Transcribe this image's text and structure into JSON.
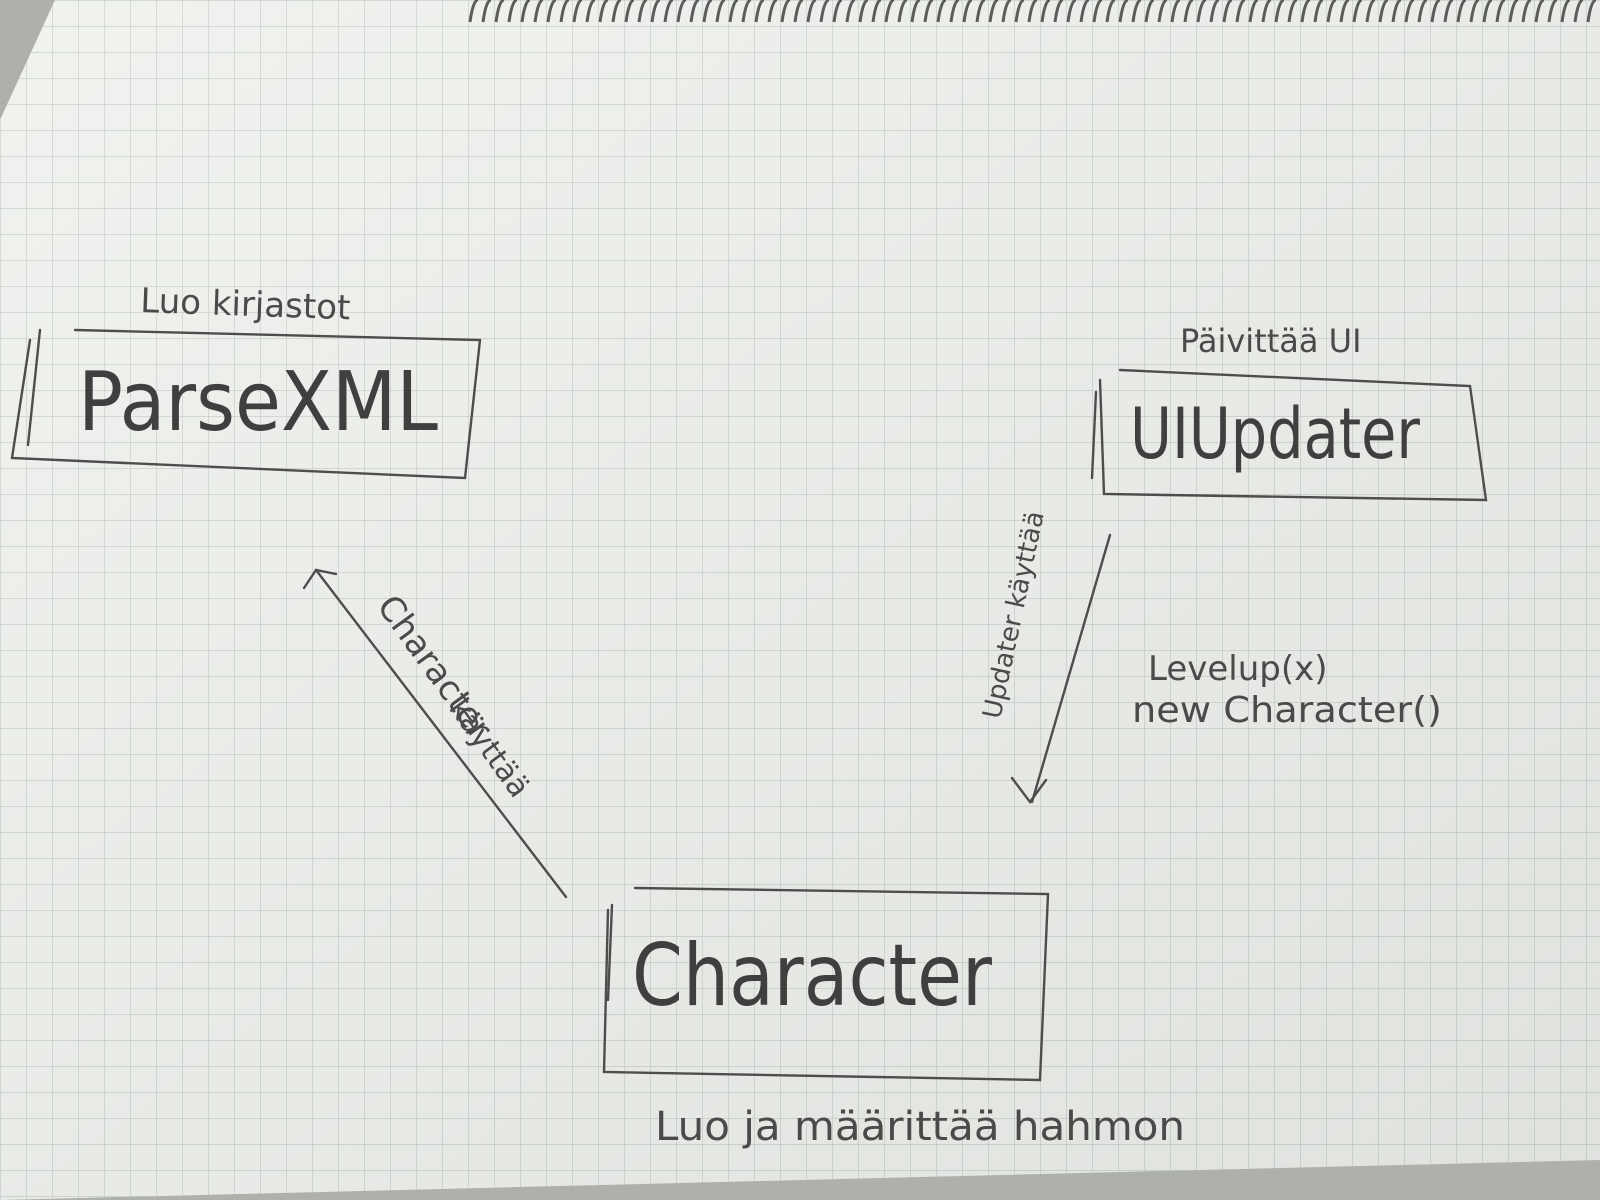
{
  "colors": {
    "paper": "#eef0ec",
    "grid": "#c5cac6",
    "pencil": "#4a4a4a",
    "background": "#aeb1aa"
  },
  "boxes": {
    "parse_xml": {
      "label": "ParseXML",
      "caption": "Luo kirjastot"
    },
    "ui_updater": {
      "label": "UIUpdater",
      "caption": "Päivittää UI"
    },
    "character": {
      "label": "Character",
      "caption": "Luo ja määrittää hahmon"
    }
  },
  "arrows": {
    "character_to_parse": {
      "line1": "Character",
      "line2": "käyttää"
    },
    "updater_to_character": {
      "label": "Updater käyttää",
      "call1": "Levelup(x)",
      "call2": "new Character()"
    }
  }
}
